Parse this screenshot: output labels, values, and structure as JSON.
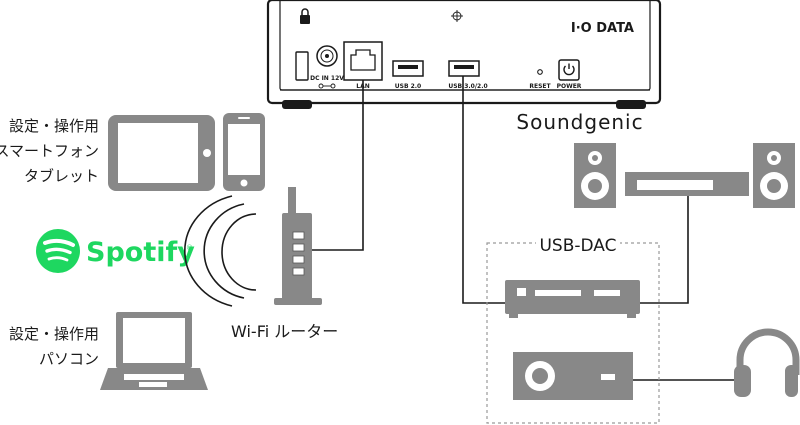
{
  "device": {
    "brand_logo": "I·O DATA",
    "product_name": "Soundgenic",
    "port_labels": {
      "dc_in_line1": "DC IN 12V",
      "lan": "LAN",
      "usb_2": "USB 2.0",
      "usb_3": "USB 3.0/2.0",
      "reset": "RESET",
      "power": "POWER"
    }
  },
  "labels": {
    "tablet_phone_line1": "設定・操作用",
    "tablet_phone_line2": "スマートフォン",
    "tablet_phone_line3": "タブレット",
    "pc_line1": "設定・操作用",
    "pc_line2": "パソコン",
    "router": "Wi-Fi ルーター",
    "usb_dac": "USB-DAC"
  },
  "spotify": {
    "wordmark": "Spotify",
    "registered": "®",
    "color": "#1ed760"
  },
  "colors": {
    "device_line": "#1a1a1a",
    "equipment_gray": "#7d7d7d",
    "equipment_dark": "#4a4a4a",
    "dashed_border": "#9a9a9a",
    "cable": "#1a1a1a"
  }
}
